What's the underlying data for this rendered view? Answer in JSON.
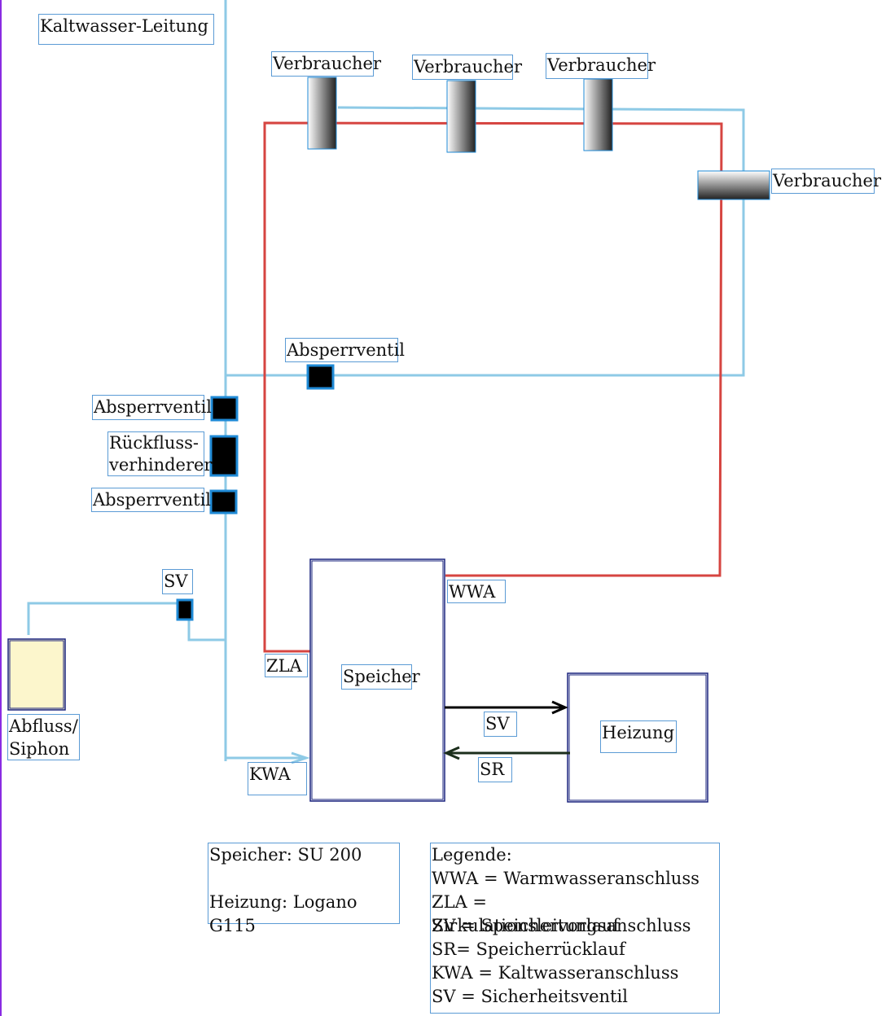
{
  "colors": {
    "cold_water": "#8ecae6",
    "hot_water": "#d64541",
    "valve_fill": "#000000",
    "valve_border": "#1f8ad6",
    "box_border": "#1a237e",
    "siphon_fill": "#fcf6cc",
    "page_border_left": "#8a2be2",
    "label_border": "#5b9bd5"
  },
  "labels": {
    "cold_line": "Kaltwasser-Leitung",
    "consumer_1": "Verbraucher",
    "consumer_2": "Verbraucher",
    "consumer_3": "Verbraucher",
    "consumer_4": "Verbraucher",
    "valve_top": "Absperrventil",
    "valve_1": "Absperrventil",
    "backflow_line1": "Rückfluss-",
    "backflow_line2": "verhinderer",
    "valve_2": "Absperrventil",
    "safety_valve": "SV",
    "drain_line1": "Abfluss/",
    "drain_line2": "Siphon",
    "wwa": "WWA",
    "zla": "ZLA",
    "storage": "Speicher",
    "kwa": "KWA",
    "sv_flow": "SV",
    "sr_flow": "SR",
    "heating": "Heizung"
  },
  "info": {
    "storage_model": "Speicher: SU 200",
    "heating_model": "Heizung: Logano G115"
  },
  "legend": {
    "title": "Legende:",
    "items": [
      "WWA = Warmwasseranschluss",
      "ZLA = Zirkulationsleitungsanschluss",
      "SV = Speichervorlauf",
      "SR= Speicherrücklauf",
      "KWA = Kaltwasseranschluss",
      "SV = Sicherheitsventil"
    ]
  }
}
